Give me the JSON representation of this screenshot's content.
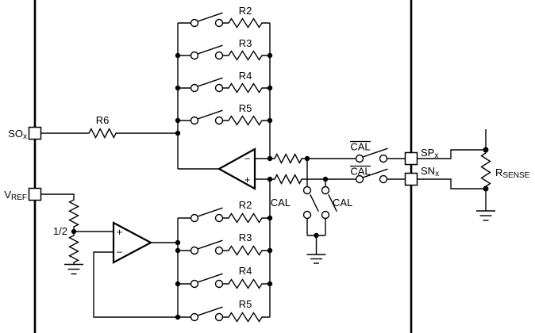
{
  "colors": {
    "wire": "#000000",
    "background": "#ffffff"
  },
  "pins": {
    "sox": {
      "main": "SO",
      "sub": "x"
    },
    "vref": {
      "main": "V",
      "sub": "REF"
    },
    "spx": {
      "main": "SP",
      "sub": "x"
    },
    "snx": {
      "main": "SN",
      "sub": "x"
    }
  },
  "resistors": {
    "r6": "R6",
    "rsense": {
      "main": "R",
      "sub": "SENSE"
    },
    "top_bank": [
      "R2",
      "R3",
      "R4",
      "R5"
    ],
    "bottom_bank": [
      "R2",
      "R3",
      "R4",
      "R5"
    ]
  },
  "switches": {
    "cal": "CAL",
    "cal_bar": "CAL"
  },
  "divider_ratio": "1/2",
  "opamp": {
    "plus": "+",
    "minus": "−"
  }
}
